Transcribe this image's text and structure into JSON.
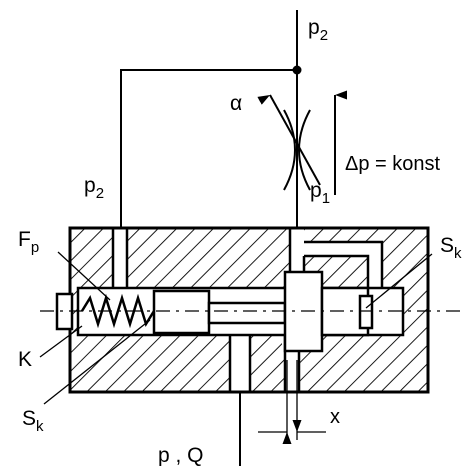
{
  "labels": {
    "p2_top": {
      "main": "p",
      "sub": "2"
    },
    "p2_left": {
      "main": "p",
      "sub": "2"
    },
    "p1": {
      "main": "p",
      "sub": "1"
    },
    "alpha": "α",
    "delta_p": "Δp = konst",
    "fp": {
      "main": "F",
      "sub": "p"
    },
    "sk_right": {
      "main": "S",
      "sub": "k"
    },
    "sk_bottom": {
      "main": "S",
      "sub": "k"
    },
    "k": "K",
    "x": "x",
    "pq": "p , Q"
  }
}
